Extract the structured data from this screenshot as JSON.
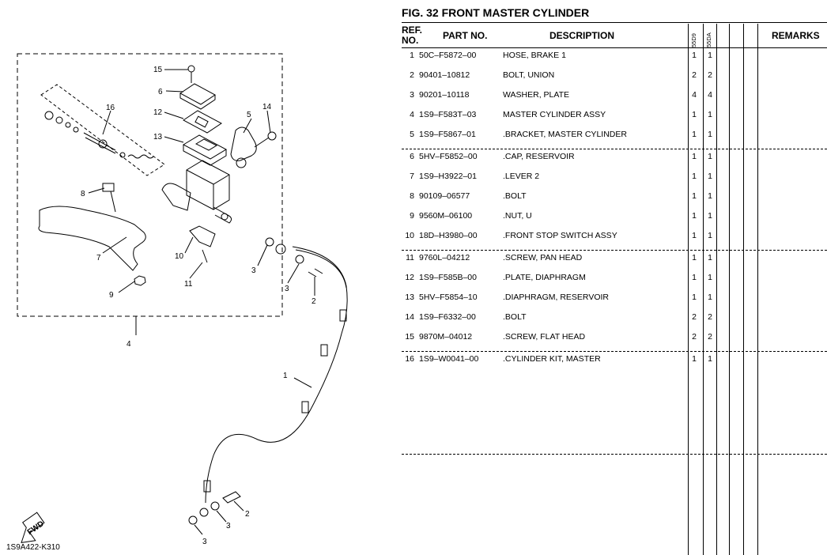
{
  "figure": {
    "title": "FIG. 32  FRONT MASTER CYLINDER",
    "code": "1S9A422-K310",
    "fwd_label": "FWD"
  },
  "table": {
    "headers": {
      "ref": [
        "REF.",
        "NO."
      ],
      "part_no": "PART NO.",
      "description": "DESCRIPTION",
      "models": [
        "55D9",
        "55DA"
      ],
      "remarks": "REMARKS"
    },
    "rows": [
      {
        "ref": "1",
        "part": "50C–F5872–00",
        "desc": "HOSE, BRAKE 1",
        "q1": "1",
        "q2": "1"
      },
      {
        "ref": "2",
        "part": "90401–10812",
        "desc": "BOLT, UNION",
        "q1": "2",
        "q2": "2"
      },
      {
        "ref": "3",
        "part": "90201–10118",
        "desc": "WASHER, PLATE",
        "q1": "4",
        "q2": "4"
      },
      {
        "ref": "4",
        "part": "1S9–F583T–03",
        "desc": "MASTER CYLINDER ASSY",
        "q1": "1",
        "q2": "1"
      },
      {
        "ref": "5",
        "part": "1S9–F5867–01",
        "desc": ".BRACKET, MASTER CYLINDER",
        "q1": "1",
        "q2": "1"
      },
      {
        "ref": "6",
        "part": "5HV–F5852–00",
        "desc": ".CAP, RESERVOIR",
        "q1": "1",
        "q2": "1"
      },
      {
        "ref": "7",
        "part": "1S9–H3922–01",
        "desc": ".LEVER 2",
        "q1": "1",
        "q2": "1"
      },
      {
        "ref": "8",
        "part": "90109–06577",
        "desc": ".BOLT",
        "q1": "1",
        "q2": "1"
      },
      {
        "ref": "9",
        "part": "9560M–06100",
        "desc": ".NUT, U",
        "q1": "1",
        "q2": "1"
      },
      {
        "ref": "10",
        "part": "18D–H3980–00",
        "desc": ".FRONT STOP SWITCH ASSY",
        "q1": "1",
        "q2": "1"
      },
      {
        "ref": "11",
        "part": "9760L–04212",
        "desc": ".SCREW, PAN HEAD",
        "q1": "1",
        "q2": "1"
      },
      {
        "ref": "12",
        "part": "1S9–F585B–00",
        "desc": ".PLATE, DIAPHRAGM",
        "q1": "1",
        "q2": "1"
      },
      {
        "ref": "13",
        "part": "5HV–F5854–10",
        "desc": ".DIAPHRAGM, RESERVOIR",
        "q1": "1",
        "q2": "1"
      },
      {
        "ref": "14",
        "part": "1S9–F6332–00",
        "desc": ".BOLT",
        "q1": "2",
        "q2": "2"
      },
      {
        "ref": "15",
        "part": "9870M–04012",
        "desc": ".SCREW, FLAT HEAD",
        "q1": "2",
        "q2": "2"
      },
      {
        "ref": "16",
        "part": "1S9–W0041–00",
        "desc": ".CYLINDER KIT, MASTER",
        "q1": "1",
        "q2": "1"
      }
    ]
  },
  "callouts": [
    "1",
    "2",
    "3",
    "4",
    "5",
    "6",
    "7",
    "8",
    "9",
    "10",
    "11",
    "12",
    "13",
    "14",
    "15",
    "16"
  ]
}
